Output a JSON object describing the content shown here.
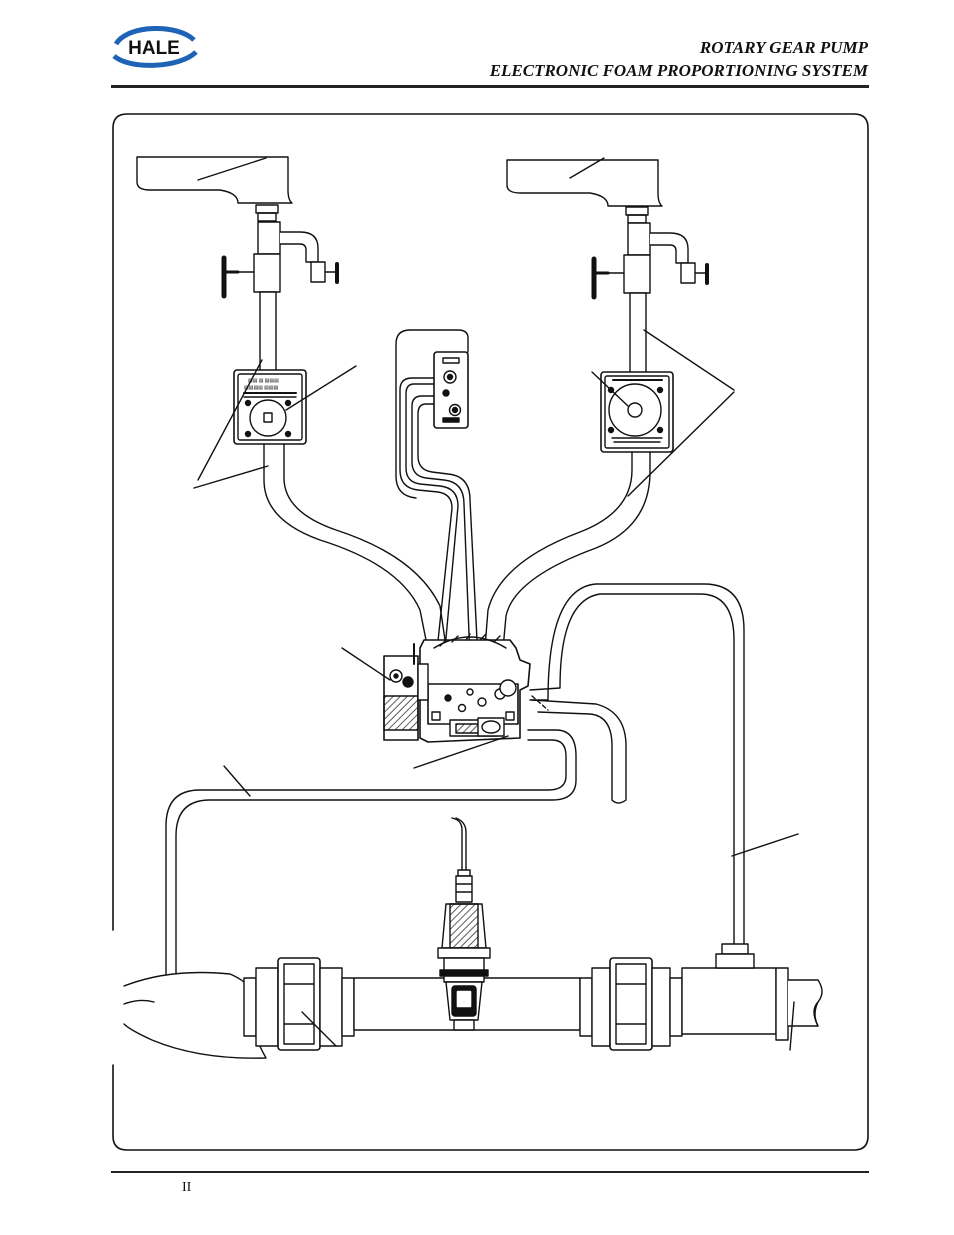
{
  "header": {
    "logo_text": "HALE",
    "title_line1": "ROTARY GEAR PUMP",
    "title_line2": "ELECTRONIC FOAM PROPORTIONING SYSTEM"
  },
  "footer": {
    "page_number": "II"
  },
  "colors": {
    "logo_blue": "#1f63b6",
    "ink": "#111111",
    "hatch": "#333333"
  }
}
